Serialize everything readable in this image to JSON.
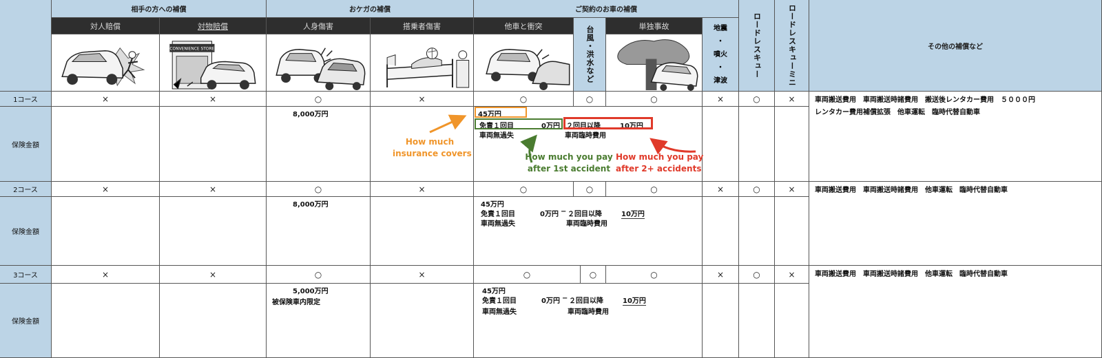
{
  "groups": {
    "third_party": "相手の方への補償",
    "injury": "おケガの補償",
    "own_car": "ご契約のお車の補償",
    "roadrescue": "ロードレスキュー",
    "roadrescue_mini": "ロードレスキューミニ",
    "other": "その他の補償など"
  },
  "columns": {
    "c1": "対人賠償",
    "c2": "対物賠償",
    "c3": "人身傷害",
    "c4": "搭乗者傷害",
    "c5": "他車と衝突",
    "c6": "台風・洪水など",
    "c7": "単独事故",
    "c8_line1": "地震",
    "c8_line2": "・",
    "c8_line3": "噴火",
    "c8_line4": "・",
    "c8_line5": "津波"
  },
  "illustration_store_sign": "CONVENIENCE STORE",
  "rows": [
    {
      "course": "1コース",
      "amount_label": "保険金額",
      "marks": [
        "×",
        "×",
        "○",
        "×",
        "○",
        "○",
        "○",
        "×",
        "○",
        "×"
      ],
      "injury_amount": "8,000万円",
      "injury_note": "",
      "car_amount": "45万円",
      "deductible_first": "免責１回目",
      "deductible_first_amount": "0万円",
      "deductible_sep": "−",
      "deductible_later": "２回目以降",
      "deductible_later_amount": "10万円",
      "no_fault": "車両無過失",
      "temp_cost": "車両臨時費用",
      "other_line1": "車両搬送費用　車両搬送時諸費用　搬送後レンタカー費用　５０００円",
      "other_line2": "レンタカー費用補償拡張　他車運転　臨時代替自動車"
    },
    {
      "course": "2コース",
      "amount_label": "保険金額",
      "marks": [
        "×",
        "×",
        "○",
        "×",
        "○",
        "○",
        "○",
        "×",
        "○",
        "×"
      ],
      "injury_amount": "8,000万円",
      "injury_note": "",
      "car_amount": "45万円",
      "deductible_first": "免責１回目",
      "deductible_first_amount": "0万円",
      "deductible_sep": "−",
      "deductible_later": "２回目以降",
      "deductible_later_amount": "10万円",
      "no_fault": "車両無過失",
      "temp_cost": "車両臨時費用",
      "other_line1": "車両搬送費用　車両搬送時諸費用　他車運転　臨時代替自動車",
      "other_line2": ""
    },
    {
      "course": "3コース",
      "amount_label": "保険金額",
      "marks": [
        "×",
        "×",
        "○",
        "×",
        "○",
        "○",
        "○",
        "×",
        "○",
        "×"
      ],
      "injury_amount": "5,000万円",
      "injury_note": "被保険車内限定",
      "car_amount": "45万円",
      "deductible_first": "免責１回目",
      "deductible_first_amount": "0万円",
      "deductible_sep": "−",
      "deductible_later": "２回目以降",
      "deductible_later_amount": "10万円",
      "no_fault": "車両無過失",
      "temp_cost": "車両臨時費用",
      "other_line1": "車両搬送費用　車両搬送時諸費用　他車運転　臨時代替自動車",
      "other_line2": ""
    }
  ],
  "annotations": {
    "covers_line1": "How much",
    "covers_line2": "insurance covers",
    "first_line1": "How much you pay",
    "first_line2": "after 1st accident",
    "later_line1": "How much you pay",
    "later_line2": "after 2+ accidents"
  },
  "colors": {
    "orange": "#f0952a",
    "green": "#4a7c30",
    "red": "#e03a2a",
    "header_blue": "#bcd4e6",
    "dark_header": "#2e2e2e"
  }
}
